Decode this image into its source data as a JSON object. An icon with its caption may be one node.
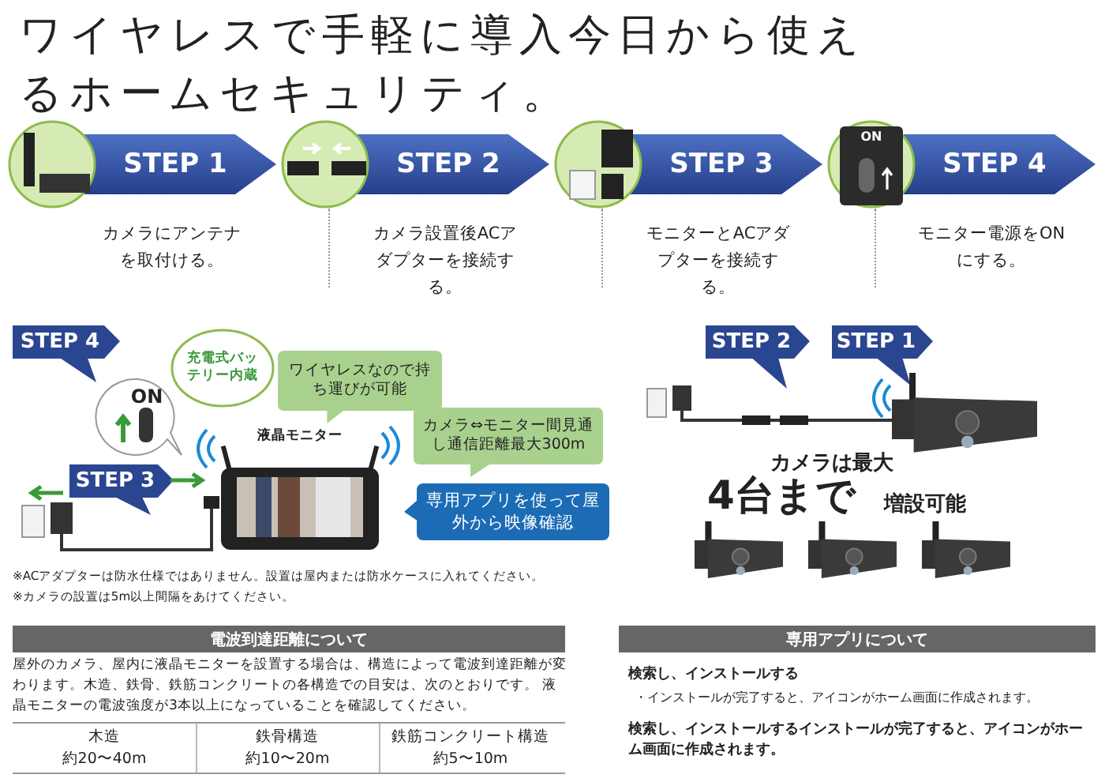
{
  "diagram": {
    "title": "ワイヤレスで手軽に導入今日から使えるホームセキュリティ。",
    "nodes": [
      {
        "text": [
          "STEP 1"
        ],
        "beside": [
          "カメラにアンテナを取付ける。"
        ]
      },
      {
        "text": [
          "STEP 2"
        ],
        "beside": [
          "カメラ設置後ACアダプターを接続する。"
        ]
      },
      {
        "text": [
          "STEP 3"
        ],
        "beside": [
          "モニターとACアダプターを接続する。"
        ]
      },
      {
        "text": [
          "STEP 4"
        ],
        "beside": [
          "モニター電源をONにする。"
        ]
      },
      {
        "text": [
          "STEP 4"
        ]
      },
      {
        "text": [
          "ON"
        ]
      },
      {
        "text": [
          "充電式バッテリー内蔵"
        ]
      },
      {
        "text": [
          "ワイヤレスなので持ち運びが可能"
        ]
      },
      {
        "text": [
          "液晶モニター"
        ]
      },
      {
        "text": [
          "カメラ⇔モニター間見通し通信距離最大300m"
        ]
      },
      {
        "text": [
          "専用アプリを使って屋外から映像確認"
        ]
      },
      {
        "text": [
          "STEP 3"
        ]
      },
      {
        "text": [
          "STEP 2"
        ]
      },
      {
        "text": [
          "STEP 1"
        ]
      },
      {
        "text": [],
        "shape": "picture"
      },
      {
        "text": [],
        "shape": "picture"
      },
      {
        "text": [],
        "shape": "picture"
      },
      {
        "text": [],
        "shape": "picture"
      }
    ],
    "labels": [
      "※ACアダプターは防水仕様ではありません。設置は屋内または防水ケースに入れてください。",
      "※カメラの設置は5m以上間隔をあけてください。",
      "カメラは最大",
      "4台まで",
      "増設可能",
      "電波到達距離について",
      "屋外のカメラ、屋内に液晶モニターを設置する場合は、構造によって電波到達距離が変わります。木造、鉄骨、鉄筋コンクリートの各構造での目安は、次のとおりです。 液晶モニターの電波強度が3本以上になっていることを確認してください。",
      "木造",
      "鉄骨構造",
      "鉄筋コンクリート構造",
      "約20〜40m",
      "約10〜20m",
      "約5〜10m",
      "専用アプリについて",
      "検索し、インストールする",
      "・インストールが完了すると、アイコンがホーム画面に作成されます。",
      "検索し、インストールするインストールが完了すると、アイコンがホーム画面に作成されます。",
      "ON"
    ]
  }
}
